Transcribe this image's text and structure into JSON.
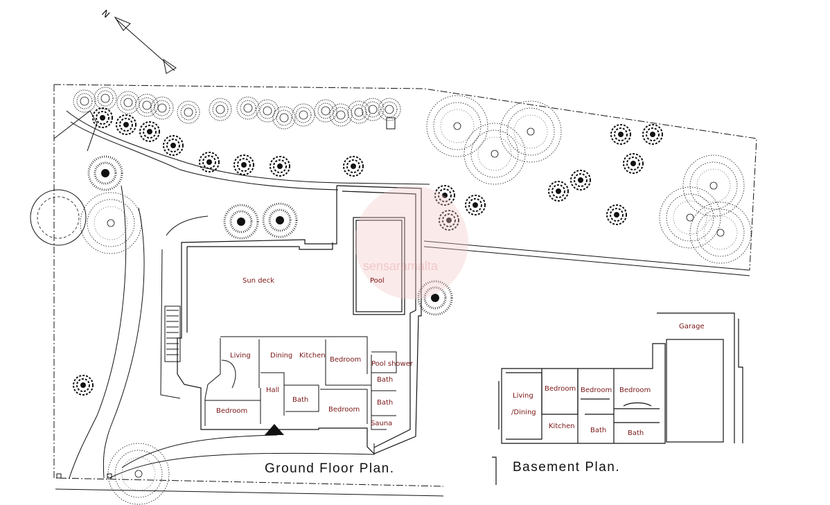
{
  "north_label": "N",
  "watermark": "sensaramalta",
  "titles": {
    "ground_floor": "Ground Floor Plan.",
    "basement": "Basement Plan."
  },
  "ground_floor_rooms": {
    "sun_deck": "Sun deck",
    "pool": "Pool",
    "living": "Living",
    "dining": "Dining",
    "kitchen": "Kitchen",
    "bedroom_ne": "Bedroom",
    "pool_shower": "Pool shower",
    "bath_upper": "Bath",
    "hall": "Hall",
    "bath_center": "Bath",
    "bath_lower": "Bath",
    "bedroom_west": "Bedroom",
    "bedroom_center": "Bedroom",
    "sauna": "Sauna"
  },
  "basement_rooms": {
    "garage": "Garage",
    "living_line1": "Living",
    "living_line2": "/Dining",
    "bedroom_1": "Bedroom",
    "bedroom_2": "Bedroom",
    "bedroom_3": "Bedroom",
    "kitchen": "Kitchen",
    "bath_1": "Bath",
    "bath_2": "Bath"
  },
  "colors": {
    "line": "#111111",
    "room_label": "#7a1616",
    "watermark": "#e39a9a"
  }
}
